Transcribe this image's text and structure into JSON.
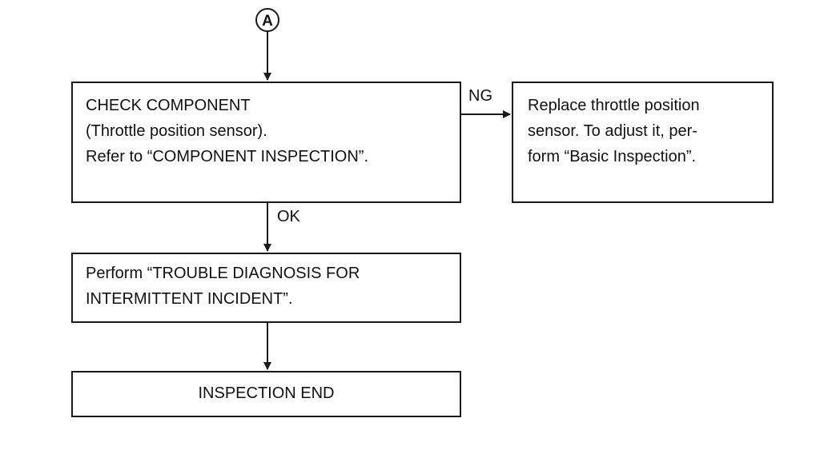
{
  "connector": {
    "label": "A"
  },
  "nodes": {
    "check_component": {
      "lines": [
        "CHECK COMPONENT",
        "(Throttle position sensor).",
        "Refer to “COMPONENT INSPECTION”."
      ]
    },
    "replace_sensor": {
      "lines": [
        "Replace throttle position",
        "sensor. To adjust it, per-",
        "form “Basic Inspection”."
      ]
    },
    "perform_diagnosis": {
      "lines": [
        "Perform “TROUBLE DIAGNOSIS FOR",
        "INTERMITTENT INCIDENT”."
      ]
    },
    "inspection_end": {
      "text": "INSPECTION END"
    }
  },
  "edges": {
    "ng_label": "NG",
    "ok_label": "OK"
  }
}
